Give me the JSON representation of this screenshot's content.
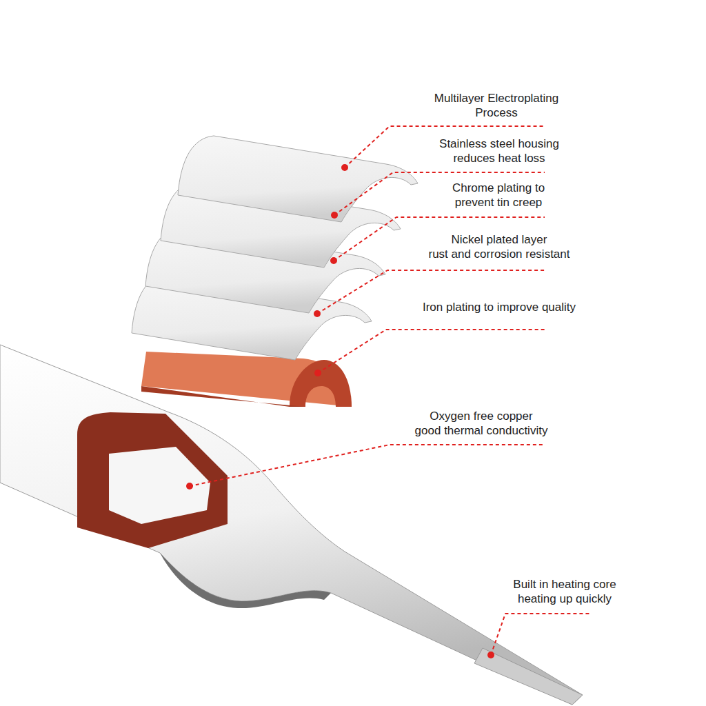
{
  "diagram": {
    "labels": [
      "Multilayer Electroplating Process",
      "Stainless steel housing reduces heat loss",
      "Chrome plating to prevent tin creep",
      "Nickel plated layer rust and corrosion resistant",
      "Iron plating to improve quality",
      "Oxygen free copper good thermal conductivity",
      "Built in heating core heating up quickly"
    ]
  }
}
